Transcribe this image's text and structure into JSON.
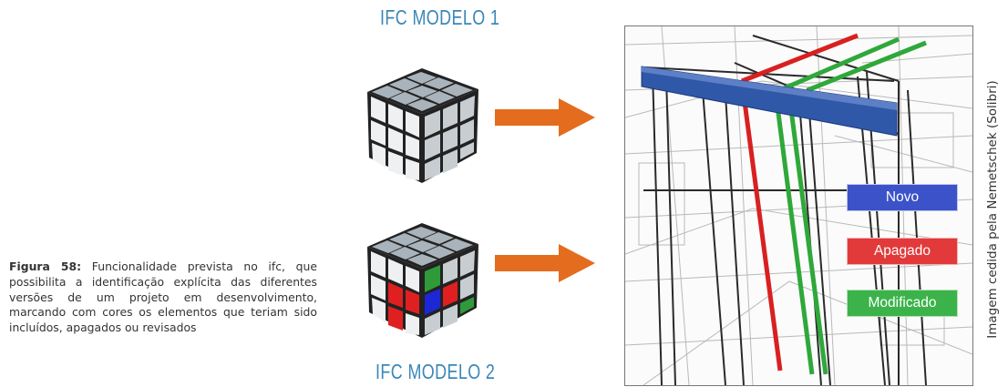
{
  "model1_title": "IFC MODELO 1",
  "model2_title": "IFC MODELO 2",
  "caption": {
    "label": "Figura 58:",
    "text": " Funcionalidade prevista no ifc, que possibilita a identificação explícita das diferentes versões de um projeto em desenvolvimento, marcando com cores os elementos que teriam sido incluídos, apagados ou revisados"
  },
  "legend": {
    "novo": "Novo",
    "apagado": "Apagado",
    "modificado": "Modificado"
  },
  "credit": "Imagem cedida pela Nemetschek (Solibri)",
  "colors": {
    "title_blue": "#3a87b8",
    "arrow_orange": "#e36c1e",
    "cube_grey": "#a9b3bb",
    "new_blue": "#3b52c8",
    "deleted_red": "#e23a3a",
    "modified_green": "#3bb34a"
  }
}
